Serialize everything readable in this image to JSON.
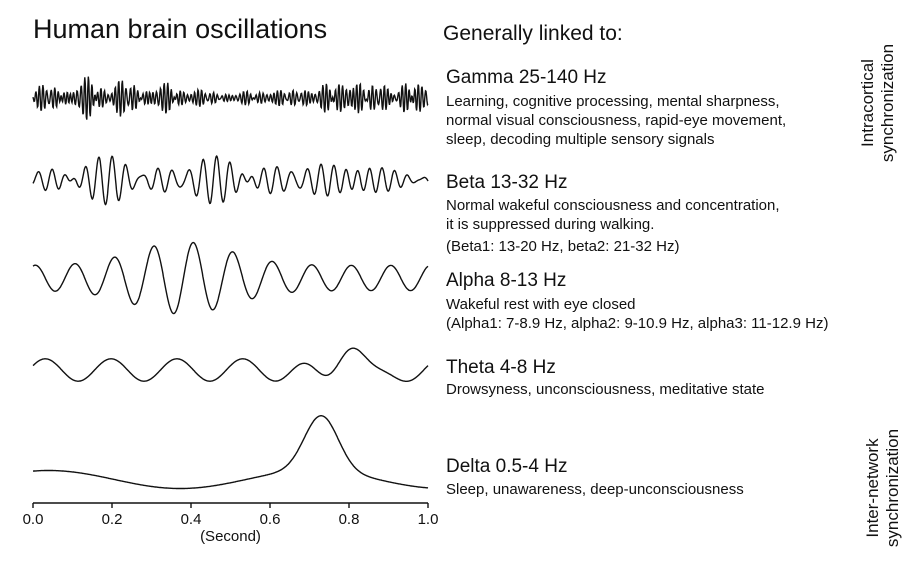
{
  "title": "Human brain oscillations",
  "linked_heading": "Generally linked to:",
  "bands": [
    {
      "name": "Gamma 25-140 Hz",
      "desc": [
        "Learning, cognitive processing, mental sharpness,",
        "normal visual consciousness, rapid-eye movement,",
        "sleep, decoding multiple sensory signals"
      ]
    },
    {
      "name": "Beta 13-32 Hz",
      "desc": [
        "Normal wakeful consciousness and concentration,",
        "it is suppressed during walking.",
        "(Beta1: 13-20 Hz, beta2: 21-32 Hz)"
      ]
    },
    {
      "name": "Alpha 8-13 Hz",
      "desc": [
        "Wakeful rest with eye closed",
        "(Alpha1: 7-8.9 Hz, alpha2: 9-10.9 Hz, alpha3: 11-12.9 Hz)"
      ]
    },
    {
      "name": "Theta 4-8 Hz",
      "desc": [
        "Drowsyness, unconsciousness, meditative state"
      ]
    },
    {
      "name": "Delta 0.5-4 Hz",
      "desc": [
        "Sleep, unawareness, deep-unconsciousness"
      ]
    }
  ],
  "time_axis": {
    "ticks": [
      "0.0",
      "0.2",
      "0.4",
      "0.6",
      "0.8",
      "1.0"
    ],
    "label": "(Second)"
  },
  "side_labels": {
    "top": [
      "Intracortical",
      "synchronization"
    ],
    "bottom": [
      "Inter-network",
      "synchronization"
    ]
  }
}
